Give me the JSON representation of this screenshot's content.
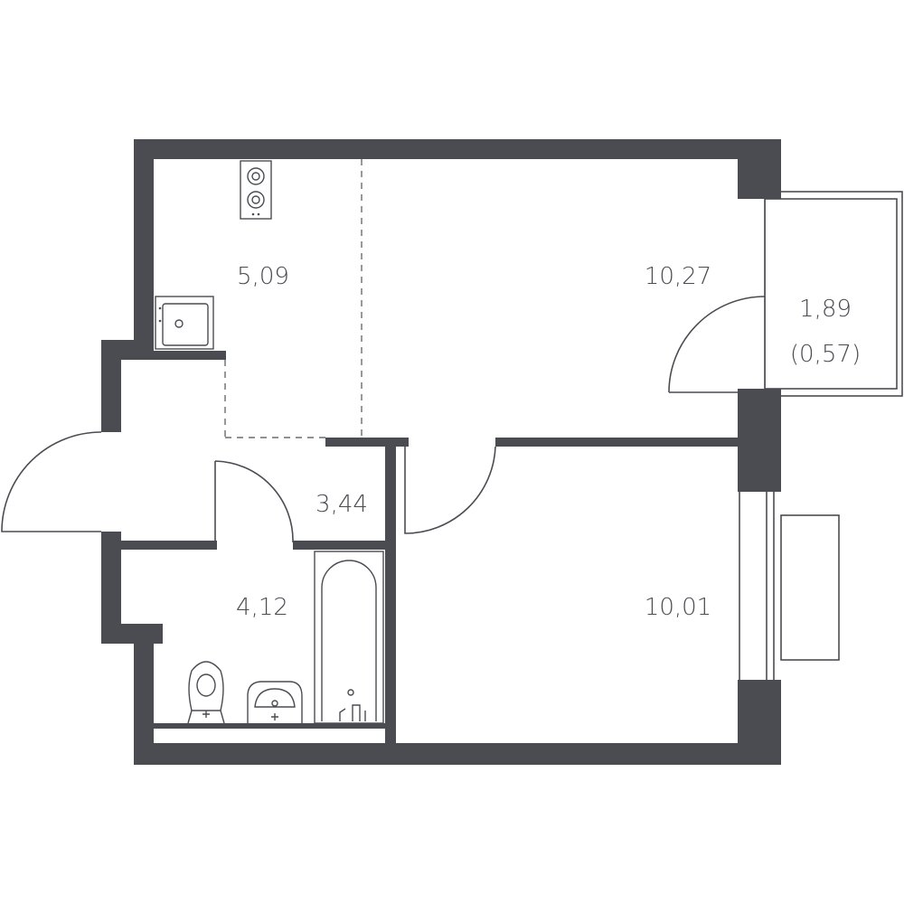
{
  "rooms": [
    {
      "id": "kitchen",
      "area": "5,09"
    },
    {
      "id": "living-room-top",
      "area": "10,27"
    },
    {
      "id": "balcony",
      "area": "1,89",
      "sub": "(0,57)"
    },
    {
      "id": "hallway",
      "area": "3,44"
    },
    {
      "id": "bathroom",
      "area": "4,12"
    },
    {
      "id": "bedroom",
      "area": "10,01"
    }
  ],
  "colors": {
    "wall": "#4a4c52",
    "background": "#ffffff"
  }
}
